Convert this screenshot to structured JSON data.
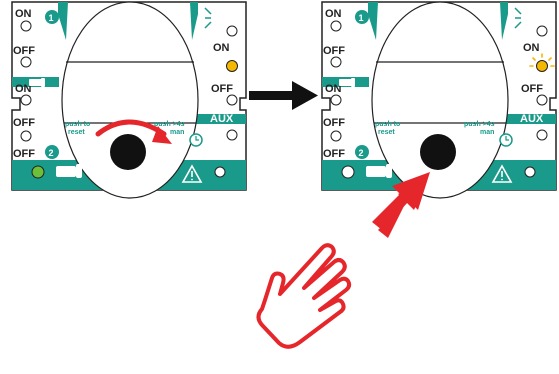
{
  "colors": {
    "teal": "#1a9a8a",
    "arrow_red": "#e5262b",
    "led_yellow": "#f5b800",
    "led_green": "#6bbf3a",
    "knob": "#111111",
    "outline": "#222222"
  },
  "panel_left": {
    "on1_label": "ON",
    "off1_label": "OFF",
    "on2_label": "ON",
    "off2_label": "OFF",
    "circuit1_number": "1",
    "circuit2_number": "2",
    "right_on_label": "ON",
    "right_off_label": "OFF",
    "aux_label": "AUX",
    "push_reset_line1": "push to",
    "push_reset_line2": "reset",
    "push_man_line1": "push >4s",
    "push_man_line2": "man",
    "off_led_state": "yellow",
    "status_led_state": "green",
    "rotation_arrow": "clockwise",
    "icons": [
      "horn-icon",
      "boiler-icon",
      "clock-icon",
      "warning-icon",
      "lock-icon"
    ]
  },
  "panel_right": {
    "on1_label": "ON",
    "off1_label": "OFF",
    "on2_label": "ON",
    "off2_label": "OFF",
    "circuit1_number": "1",
    "circuit2_number": "2",
    "right_on_label": "ON",
    "right_off_label": "OFF",
    "aux_label": "AUX",
    "push_reset_line1": "push to",
    "push_reset_line2": "reset",
    "push_man_line1": "push >4s",
    "push_man_line2": "man",
    "off_led_state": "yellow-blinking",
    "status_led_state": "off",
    "icons": [
      "horn-icon",
      "boiler-icon",
      "clock-icon",
      "warning-icon",
      "lock-icon"
    ]
  },
  "transition_arrow": "right-arrow-icon",
  "press_arrow": "press-arrow-icon",
  "hand": "pointing-hand-icon"
}
